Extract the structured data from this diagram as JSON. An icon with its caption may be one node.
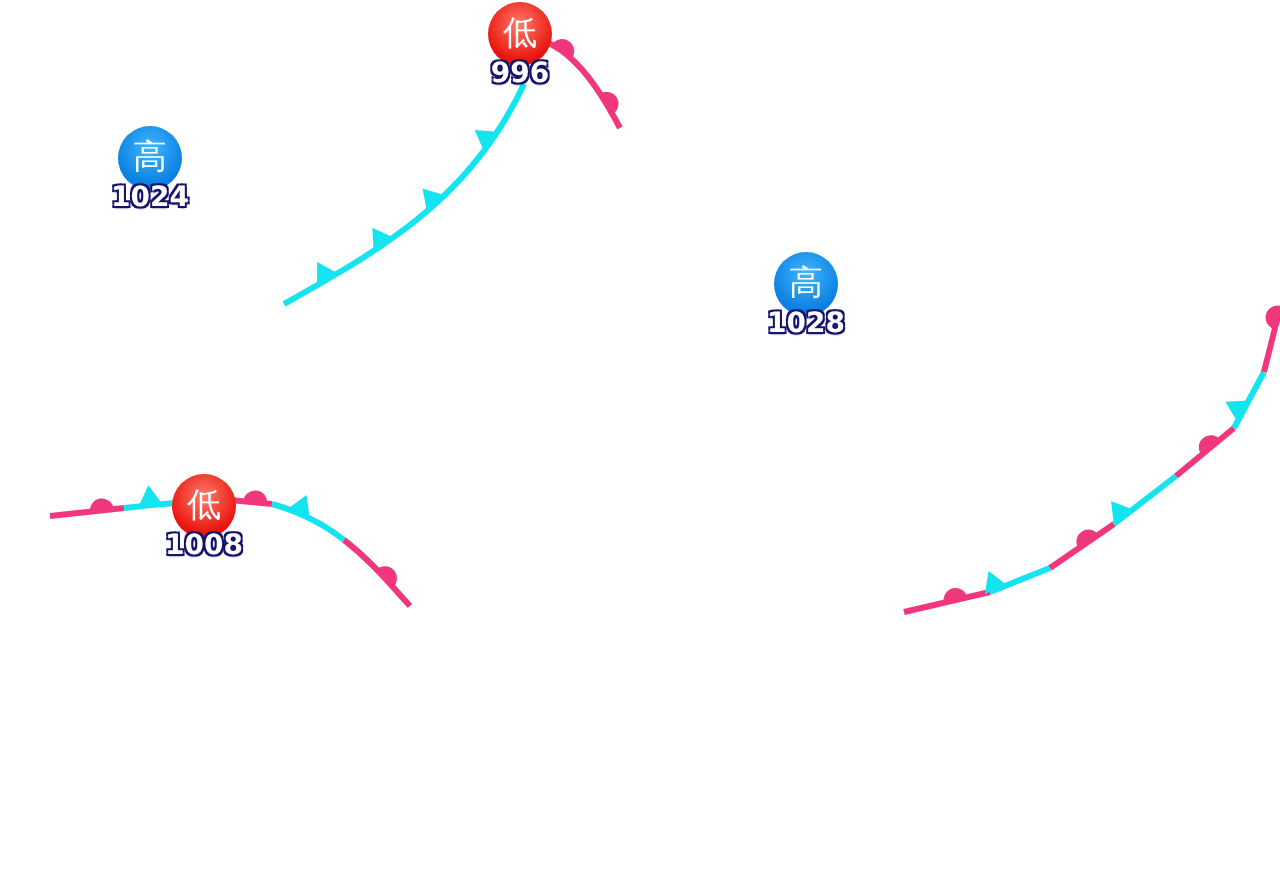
{
  "diagram": {
    "nodes": [
      {
        "text": [
          "低"
        ],
        "beside": [
          "996"
        ]
      },
      {
        "text": [
          "高"
        ],
        "beside": [
          "1024"
        ]
      },
      {
        "text": [
          "高"
        ],
        "beside": [
          "1028"
        ]
      },
      {
        "text": [
          "低"
        ],
        "beside": [
          "1008"
        ]
      }
    ]
  }
}
